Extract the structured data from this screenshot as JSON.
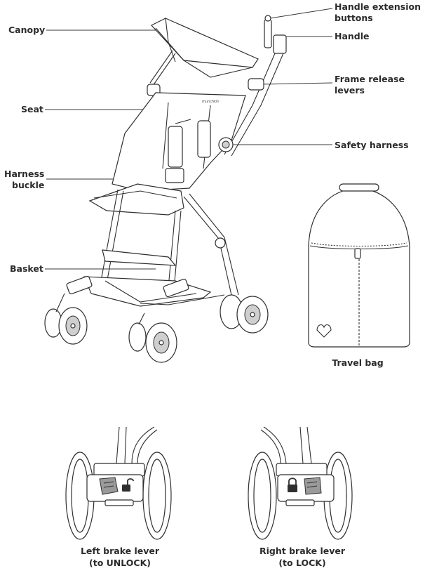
{
  "labels": {
    "canopy": "Canopy",
    "seat": "Seat",
    "harness_buckle_1": "Harness",
    "harness_buckle_2": "buckle",
    "basket": "Basket",
    "handle_extension_1": "Handle extension",
    "handle_extension_2": "buttons",
    "handle": "Handle",
    "frame_release_1": "Frame release",
    "frame_release_2": "levers",
    "safety_harness": "Safety harness",
    "travel_bag": "Travel bag"
  },
  "captions": {
    "left_brake_1": "Left brake lever",
    "left_brake_2": "(to UNLOCK)",
    "right_brake_1": "Right brake lever",
    "right_brake_2": "(to LOCK)"
  }
}
